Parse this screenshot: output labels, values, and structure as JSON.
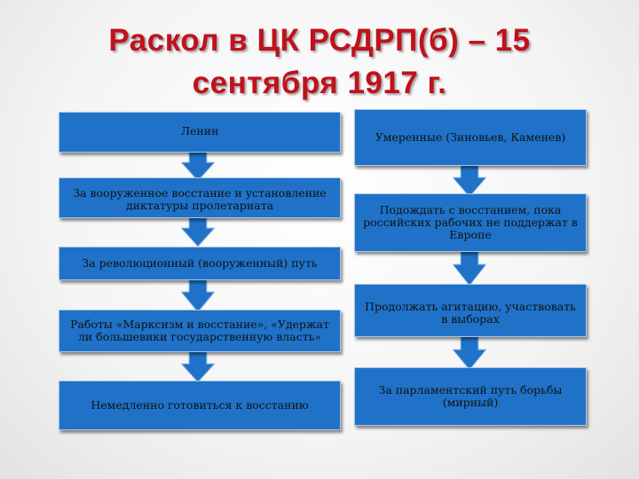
{
  "title": "Раскол в ЦК РСДРП(б) – 15 сентября 1917 г.",
  "left": {
    "lenin": "Ленин",
    "armed_uprising": "За вооруженное восстание и установление диктатуры пролетариата",
    "revolutionary_path": "За революционный (вооруженный) путь",
    "works": "Работы «Марксизм и восстание», «Удержат ли большевики государственную власть»",
    "immediate": "Немедленно готовиться к восстанию"
  },
  "right": {
    "moderates": "Умеренные (Зиновьев, Каменев)",
    "wait": "Подождать с восстанием, пока российских рабочих не поддержат в Европе",
    "agitation": "Продолжать агитацию, участвовать в выборах",
    "parliamentary": "За парламентский путь борьбы (мирный)"
  },
  "colors": {
    "title": "#c0121c",
    "box_fill": "#1f72c8",
    "arrow_fill": "#1f72c8"
  }
}
